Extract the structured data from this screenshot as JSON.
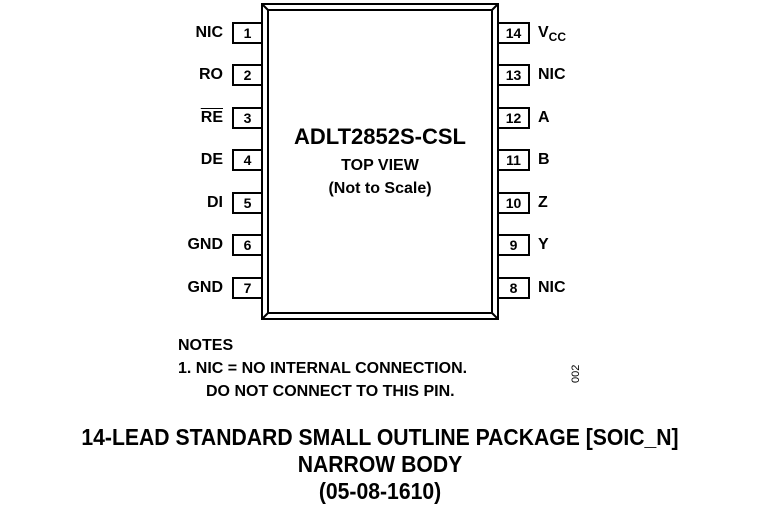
{
  "diagram": {
    "type": "ic-pinout",
    "part_number": "ADLT2852S-CSL",
    "view_label": "TOP VIEW",
    "scale_note": "(Not to Scale)",
    "left_pins": [
      {
        "number": "1",
        "name": "NIC"
      },
      {
        "number": "2",
        "name": "RO"
      },
      {
        "number": "3",
        "name": "RE",
        "overbar": true
      },
      {
        "number": "4",
        "name": "DE"
      },
      {
        "number": "5",
        "name": "DI"
      },
      {
        "number": "6",
        "name": "GND"
      },
      {
        "number": "7",
        "name": "GND"
      }
    ],
    "right_pins": [
      {
        "number": "14",
        "name": "V",
        "subscript": "CC"
      },
      {
        "number": "13",
        "name": "NIC"
      },
      {
        "number": "12",
        "name": "A"
      },
      {
        "number": "11",
        "name": "B"
      },
      {
        "number": "10",
        "name": "Z"
      },
      {
        "number": "9",
        "name": "Y"
      },
      {
        "number": "8",
        "name": "NIC"
      }
    ]
  },
  "notes": {
    "heading": "NOTES",
    "line1": "1. NIC = NO INTERNAL CONNECTION.",
    "line2": "DO NOT CONNECT TO THIS PIN."
  },
  "figure_id": "002",
  "caption": {
    "line1": "14-LEAD STANDARD SMALL OUTLINE PACKAGE [SOIC_N]",
    "line2": "NARROW BODY",
    "line3": "(05-08-1610)"
  }
}
